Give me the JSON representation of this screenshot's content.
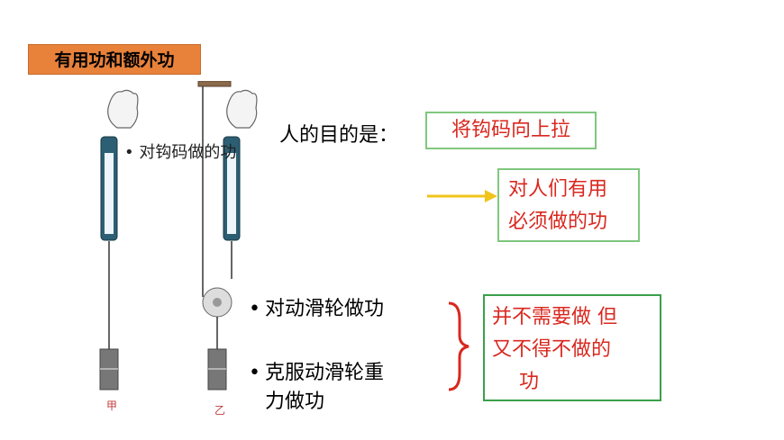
{
  "title": "有用功和额外功",
  "figure": {
    "label_jia": "甲",
    "label_yi": "乙"
  },
  "bullet_top": "对钩码做的功",
  "purpose": {
    "label": "人的目的是：",
    "value": "将钩码向上拉"
  },
  "useful_note": [
    "对人们有用",
    "必须做的功"
  ],
  "extra_bullets": [
    "对动滑轮做功",
    "克服动滑轮重",
    "力做功"
  ],
  "extra_note": [
    "并不需要做 但",
    "又不得不做的",
    "功"
  ],
  "colors": {
    "title_bg": "#e8813a",
    "accent_red": "#d9281f",
    "box_border": "#7fc77f",
    "arrow": "#f0c419",
    "brace": "#d9281f"
  }
}
